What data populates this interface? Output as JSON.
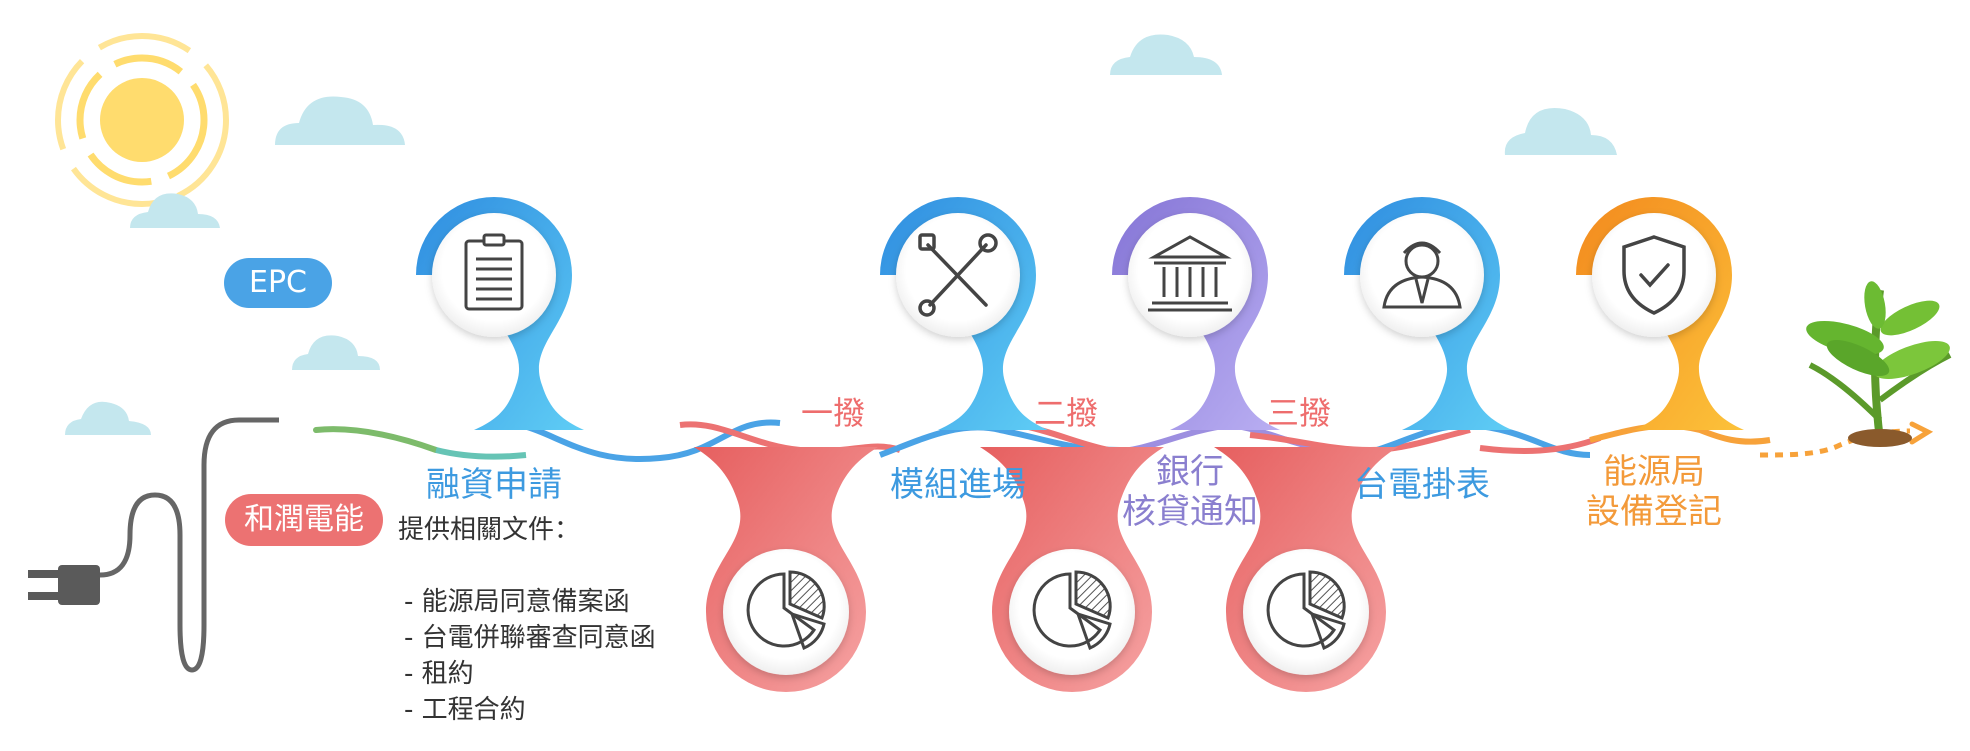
{
  "badges": {
    "epc": "EPC",
    "company": "和潤電能"
  },
  "steps": [
    {
      "title": "融資申請",
      "color": "#3d9ae0",
      "icon": "clipboard-icon"
    },
    {
      "title": "模組進場",
      "color": "#3d9ae0",
      "icon": "tools-icon"
    },
    {
      "title": "銀行\n核貸通知",
      "color": "#8a7fcf",
      "icon": "bank-icon"
    },
    {
      "title": "台電掛表",
      "color": "#3d9ae0",
      "icon": "engineer-icon"
    },
    {
      "title": "能源局\n設備登記",
      "color": "#f39a3a",
      "icon": "shield-check-icon"
    }
  ],
  "payments": [
    "一撥",
    "二撥",
    "三撥"
  ],
  "payment_icon": "pie-chart-icon",
  "documents": {
    "heading": "提供相關文件：",
    "items": [
      "- 能源局同意備案函",
      "- 台電併聯審查同意函",
      "- 租約",
      "- 工程合約"
    ]
  },
  "colors": {
    "blue": "#4aa3e6",
    "red": "#ec7272",
    "purple": "#9d8fe0",
    "orange": "#f7a23a",
    "green": "#7dbb6b"
  }
}
